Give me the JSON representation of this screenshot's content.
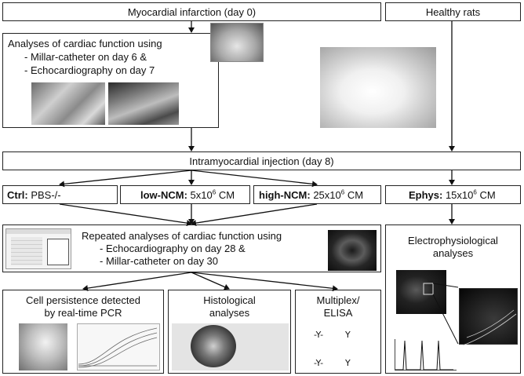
{
  "top": {
    "mi": "Myocardial infarction (day 0)",
    "healthy": "Healthy rats"
  },
  "analyses1": {
    "line1": "Analyses of cardiac function using",
    "line2": "- Millar-catheter on day 6 &",
    "line3": "- Echocardiography  on day 7"
  },
  "injection": "Intramyocardial injection (day 8)",
  "groups": {
    "ctrl": {
      "label": "Ctrl:",
      "text": " PBS-/-"
    },
    "low": {
      "label": "low-NCM:",
      "pre": " 5x10",
      "sup": "6",
      "post": " CM"
    },
    "high": {
      "label": "high-NCM:",
      "pre": " 25x10",
      "sup": "6",
      "post": " CM"
    },
    "ephys": {
      "label": "Ephys:",
      "pre": " 15x10",
      "sup": "6",
      "post": " CM"
    }
  },
  "repeated": {
    "line1": "Repeated analyses of cardiac function using",
    "line2": "- Echocardiography on day 28 &",
    "line3": "- Millar-catheter on day 30"
  },
  "electro": {
    "line1": "Electrophysiological",
    "line2": "analyses"
  },
  "persistence": {
    "line1": "Cell persistence detected",
    "line2": "by real-time PCR"
  },
  "histo": {
    "line1": "Histological",
    "line2": "analyses"
  },
  "multiplex": {
    "line1": "Multiplex/",
    "line2": "ELISA"
  }
}
